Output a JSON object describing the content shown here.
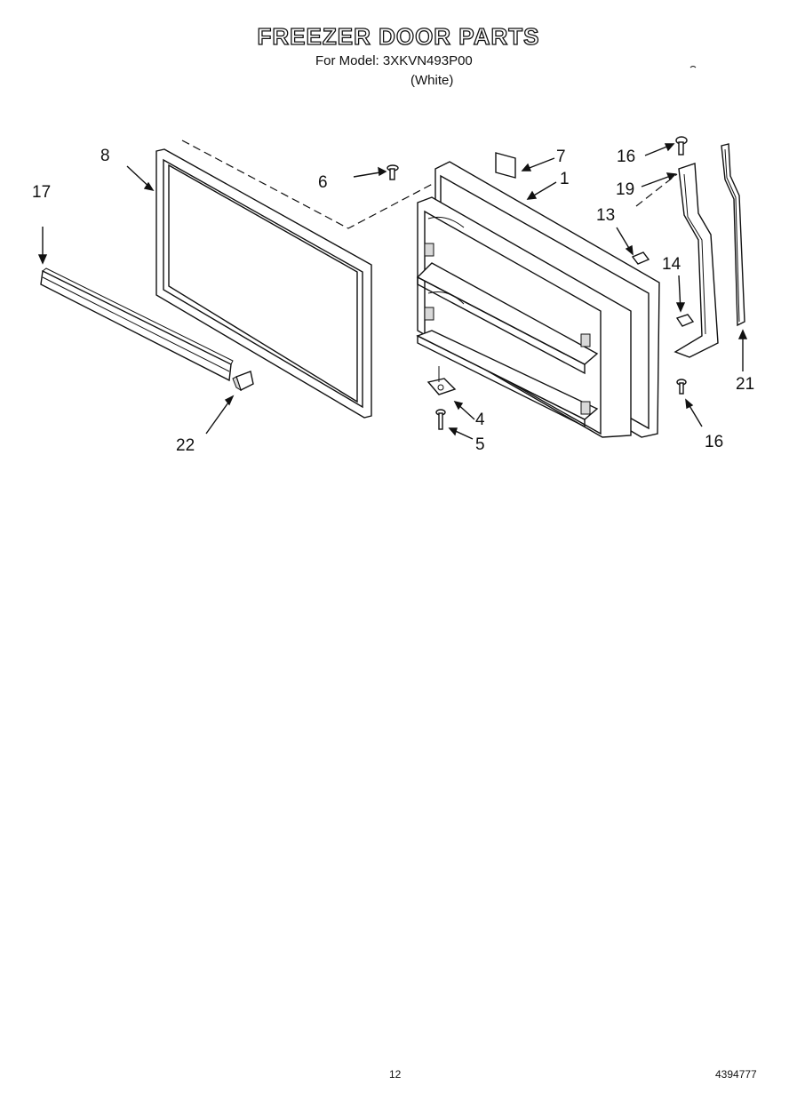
{
  "header": {
    "title": "FREEZER DOOR PARTS",
    "model_line": "For Model: 3XKVN493P00",
    "color_line": "(White)"
  },
  "callouts": [
    "8",
    "17",
    "22",
    "6",
    "7",
    "1",
    "4",
    "5",
    "13",
    "16",
    "19",
    "14",
    "21",
    "16"
  ],
  "footer": {
    "page_number": "12",
    "document_number": "4394777"
  }
}
